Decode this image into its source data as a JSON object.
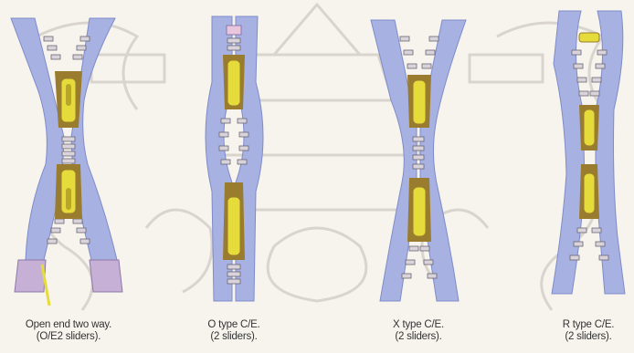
{
  "colors": {
    "background": "#f7f4ee",
    "tape": "#a7b2e3",
    "tape_edge": "#7f8bc8",
    "teeth": "#d9d4dc",
    "teeth_shadow": "#6b6470",
    "slider_yellow": "#e5dc3c",
    "slider_brown": "#9a7c2e",
    "end_stop": "#e7c6de",
    "watermark": "#c8c4be"
  },
  "zippers": [
    {
      "id": "open-end-two-way",
      "caption_line1": "Open end two way.",
      "caption_line2": "(O/E2 sliders)."
    },
    {
      "id": "o-type",
      "caption_line1": "O type C/E.",
      "caption_line2": "(2 sliders)."
    },
    {
      "id": "x-type",
      "caption_line1": "X type C/E.",
      "caption_line2": "(2 sliders)."
    },
    {
      "id": "r-type",
      "caption_line1": "R type C/E.",
      "caption_line2": "(2 sliders)."
    }
  ]
}
